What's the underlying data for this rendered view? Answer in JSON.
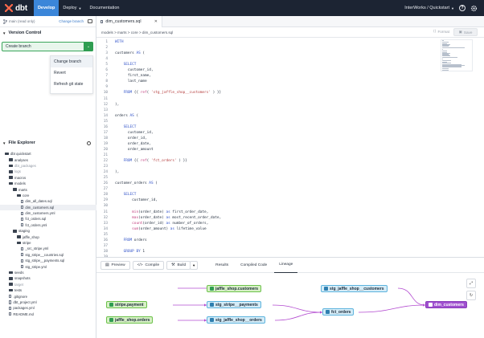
{
  "app": {
    "name": "dbt",
    "brand_color": "#ff694b",
    "nav_bg": "#1c2433",
    "accent": "#3b86d9"
  },
  "nav": {
    "develop": "Develop",
    "deploy": "Deploy",
    "documentation": "Documentation",
    "project": "InterWorks / Quickstart"
  },
  "left": {
    "branch_name": "main (read only)",
    "change_branch_link": "Change branch",
    "version_control_title": "Version Control",
    "create_branch_button": "Create branch",
    "menu_items": [
      "Change branch",
      "Revert",
      "Refresh git state"
    ],
    "file_explorer_title": "File Explorer",
    "tree": [
      {
        "label": "dbt quickstart",
        "type": "folder",
        "depth": 0
      },
      {
        "label": "analyses",
        "type": "folder",
        "depth": 1
      },
      {
        "label": "dbt_packages",
        "type": "folder",
        "depth": 1,
        "muted": true
      },
      {
        "label": "logs",
        "type": "folder",
        "depth": 1,
        "muted": true
      },
      {
        "label": "macros",
        "type": "folder",
        "depth": 1
      },
      {
        "label": "models",
        "type": "folder",
        "depth": 1
      },
      {
        "label": "marts",
        "type": "folder",
        "depth": 2
      },
      {
        "label": "core",
        "type": "folder",
        "depth": 3
      },
      {
        "label": "dim_all_dates.sql",
        "type": "file",
        "depth": 4
      },
      {
        "label": "dim_customers.sql",
        "type": "file",
        "depth": 4,
        "selected": true
      },
      {
        "label": "dim_customers.yml",
        "type": "file",
        "depth": 4
      },
      {
        "label": "fct_orders.sql",
        "type": "file",
        "depth": 4
      },
      {
        "label": "fct_orders.yml",
        "type": "file",
        "depth": 4
      },
      {
        "label": "staging",
        "type": "folder",
        "depth": 2
      },
      {
        "label": "jaffle_shop",
        "type": "folder",
        "depth": 3
      },
      {
        "label": "stripe",
        "type": "folder",
        "depth": 3
      },
      {
        "label": "_src_stripe.yml",
        "type": "file",
        "depth": 4
      },
      {
        "label": "stg_stripe__countries.sql",
        "type": "file",
        "depth": 4
      },
      {
        "label": "stg_stripe__payments.sql",
        "type": "file",
        "depth": 4
      },
      {
        "label": "stg_stripe.yml",
        "type": "file",
        "depth": 4
      },
      {
        "label": "seeds",
        "type": "folder",
        "depth": 1
      },
      {
        "label": "snapshots",
        "type": "folder",
        "depth": 1
      },
      {
        "label": "target",
        "type": "folder",
        "depth": 1,
        "muted": true
      },
      {
        "label": "tests",
        "type": "folder",
        "depth": 1
      },
      {
        "label": ".gitignore",
        "type": "file",
        "depth": 1
      },
      {
        "label": "dbt_project.yml",
        "type": "file",
        "depth": 1
      },
      {
        "label": "packages.yml",
        "type": "file",
        "depth": 1
      },
      {
        "label": "README.md",
        "type": "file",
        "depth": 1
      }
    ]
  },
  "editor": {
    "tab_title": "dim_customers.sql",
    "breadcrumb": "models  >  marts  >  core  >  dim_customers.sql",
    "format_label": "Format",
    "save_label": "Save",
    "lines": [
      {
        "n": "1",
        "parts": [
          [
            "kw",
            "WITH"
          ]
        ]
      },
      {
        "n": "2",
        "parts": []
      },
      {
        "n": "3",
        "parts": [
          [
            "",
            "customers "
          ],
          [
            "kw",
            "AS"
          ],
          [
            "",
            " ("
          ]
        ]
      },
      {
        "n": "4",
        "parts": []
      },
      {
        "n": "5",
        "parts": [
          [
            "",
            "    "
          ],
          [
            "kw",
            "SELECT"
          ]
        ]
      },
      {
        "n": "6",
        "parts": [
          [
            "",
            "      customer_id,"
          ]
        ]
      },
      {
        "n": "7",
        "parts": [
          [
            "",
            "      first_name,"
          ]
        ]
      },
      {
        "n": "8",
        "parts": [
          [
            "",
            "      last_name"
          ]
        ]
      },
      {
        "n": "9",
        "parts": []
      },
      {
        "n": "10",
        "parts": [
          [
            "",
            "    "
          ],
          [
            "kw",
            "FROM"
          ],
          [
            "",
            " {{ "
          ],
          [
            "fn",
            "ref"
          ],
          [
            "",
            "( "
          ],
          [
            "str",
            "'stg_jaffle_shop__customers'"
          ],
          [
            "",
            " ) }}"
          ]
        ]
      },
      {
        "n": "11",
        "parts": []
      },
      {
        "n": "12",
        "parts": [
          [
            "",
            "),"
          ]
        ]
      },
      {
        "n": "13",
        "parts": []
      },
      {
        "n": "14",
        "parts": [
          [
            "",
            "orders "
          ],
          [
            "kw",
            "AS"
          ],
          [
            "",
            " ("
          ]
        ]
      },
      {
        "n": "15",
        "parts": []
      },
      {
        "n": "16",
        "parts": [
          [
            "",
            "    "
          ],
          [
            "kw",
            "SELECT"
          ]
        ]
      },
      {
        "n": "17",
        "parts": [
          [
            "",
            "      customer_id,"
          ]
        ]
      },
      {
        "n": "18",
        "parts": [
          [
            "",
            "      order_id,"
          ]
        ]
      },
      {
        "n": "19",
        "parts": [
          [
            "",
            "      order_date,"
          ]
        ]
      },
      {
        "n": "20",
        "parts": [
          [
            "",
            "      order_amount"
          ]
        ]
      },
      {
        "n": "21",
        "parts": []
      },
      {
        "n": "22",
        "parts": [
          [
            "",
            "    "
          ],
          [
            "kw",
            "FROM"
          ],
          [
            "",
            " {{ "
          ],
          [
            "fn",
            "ref"
          ],
          [
            "",
            "( "
          ],
          [
            "str",
            "'fct_orders'"
          ],
          [
            "",
            " ) }}"
          ]
        ]
      },
      {
        "n": "23",
        "parts": []
      },
      {
        "n": "24",
        "parts": [
          [
            "",
            "),"
          ]
        ]
      },
      {
        "n": "25",
        "parts": []
      },
      {
        "n": "26",
        "parts": [
          [
            "",
            "customer_orders "
          ],
          [
            "kw",
            "AS"
          ],
          [
            "",
            " ("
          ]
        ]
      },
      {
        "n": "27",
        "parts": []
      },
      {
        "n": "28",
        "parts": [
          [
            "",
            "    "
          ],
          [
            "kw",
            "SELECT"
          ]
        ]
      },
      {
        "n": "29",
        "parts": [
          [
            "",
            "        customer_id,"
          ]
        ]
      },
      {
        "n": "30",
        "parts": []
      },
      {
        "n": "31",
        "parts": [
          [
            "",
            "        "
          ],
          [
            "fn",
            "min"
          ],
          [
            "",
            "(order_date) "
          ],
          [
            "kw",
            "as"
          ],
          [
            "",
            " first_order_date,"
          ]
        ]
      },
      {
        "n": "32",
        "parts": [
          [
            "",
            "        "
          ],
          [
            "fn",
            "max"
          ],
          [
            "",
            "(order_date) "
          ],
          [
            "kw",
            "as"
          ],
          [
            "",
            " most_recent_order_date,"
          ]
        ]
      },
      {
        "n": "33",
        "parts": [
          [
            "",
            "        "
          ],
          [
            "fn",
            "count"
          ],
          [
            "",
            "(order_id) "
          ],
          [
            "kw",
            "as"
          ],
          [
            "",
            " number_of_orders,"
          ]
        ]
      },
      {
        "n": "34",
        "parts": [
          [
            "",
            "        "
          ],
          [
            "fn",
            "sum"
          ],
          [
            "",
            "(order_amount) "
          ],
          [
            "kw",
            "as"
          ],
          [
            "",
            " lifetime_value"
          ]
        ]
      },
      {
        "n": "35",
        "parts": []
      },
      {
        "n": "36",
        "parts": [
          [
            "",
            "    "
          ],
          [
            "kw",
            "FROM"
          ],
          [
            "",
            " orders"
          ]
        ]
      },
      {
        "n": "37",
        "parts": []
      },
      {
        "n": "38",
        "parts": [
          [
            "",
            "    "
          ],
          [
            "kw",
            "GROUP BY"
          ],
          [
            "",
            " 1"
          ]
        ]
      },
      {
        "n": "39",
        "parts": []
      }
    ]
  },
  "bottom": {
    "preview": "Preview",
    "compile": "Compile",
    "build": "Build",
    "tabs": [
      "Results",
      "Compiled Code",
      "Lineage"
    ],
    "active_tab": "Lineage"
  },
  "lineage": {
    "nodes": {
      "jaffle_shop_customers": "jaffle_shop.customers",
      "stripe_payment": "stripe.payment",
      "jaffle_shop_orders": "jaffle_shop.orders",
      "stg_stripe_payments": "stg_stripe__payments",
      "stg_jaffle_shop_orders": "stg_jaffle_shop__orders",
      "stg_jaffle_shop_customers": "stg_jaffle_shop__customers",
      "fct_orders": "fct_orders",
      "dim_customers": "dim_customers"
    },
    "colors": {
      "source": "#d7f0c6",
      "staging": "#d5ecf7",
      "mart": "#9f4fcf",
      "edge": "#b34bd0"
    }
  }
}
